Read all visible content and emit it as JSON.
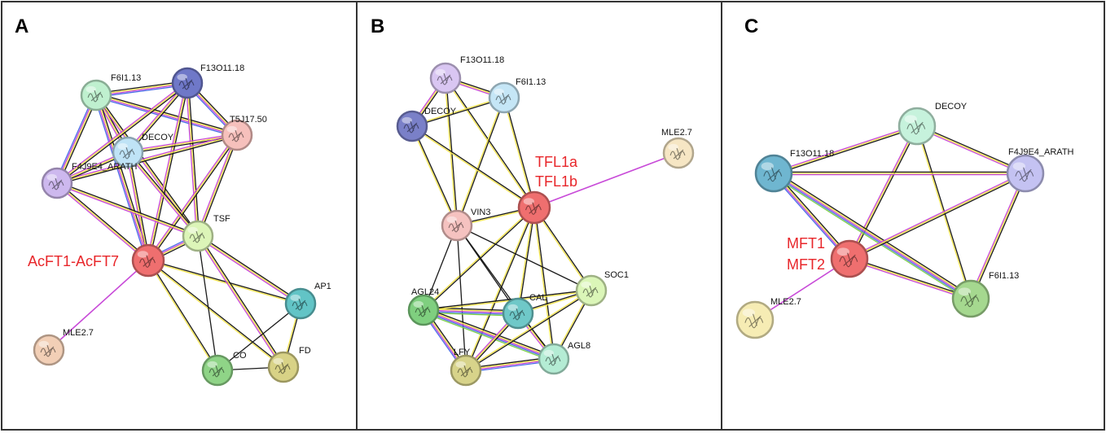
{
  "colors": {
    "highlight_text": "#e8262a",
    "border": "#333333"
  },
  "panels": [
    {
      "id": "A",
      "label": "A",
      "highlight_label": "AcFT1-AcFT7",
      "nodes": [
        {
          "id": "f6i",
          "label": "F6I1.13",
          "color": "#bff0cf"
        },
        {
          "id": "f13",
          "label": "F13O11.18",
          "color": "#6f78c8"
        },
        {
          "id": "t5j",
          "label": "T5J17.50",
          "color": "#f6c0bc"
        },
        {
          "id": "decoy",
          "label": "DECOY",
          "color": "#bfe3f6"
        },
        {
          "id": "f4j",
          "label": "F4J9E4_ARATH",
          "color": "#cdb8ee"
        },
        {
          "id": "tsf",
          "label": "TSF",
          "color": "#dcf5b8"
        },
        {
          "id": "ac",
          "label": "",
          "color": "#ef6f6f"
        },
        {
          "id": "ap1",
          "label": "AP1",
          "color": "#62c4c6"
        },
        {
          "id": "mle",
          "label": "MLE2.7",
          "color": "#f2cfb6"
        },
        {
          "id": "co",
          "label": "CO",
          "color": "#8fd487"
        },
        {
          "id": "fd",
          "label": "FD",
          "color": "#d8d286"
        }
      ]
    },
    {
      "id": "B",
      "label": "B",
      "highlight_label": [
        "TFL1a",
        "TFL1b"
      ],
      "nodes": [
        {
          "id": "f13",
          "label": "F13O11.18",
          "color": "#d9c6f2"
        },
        {
          "id": "f6i",
          "label": "F6I1.13",
          "color": "#c5e6f6"
        },
        {
          "id": "decoy",
          "label": "DECOY",
          "color": "#7a80c8"
        },
        {
          "id": "mle",
          "label": "MLE2.7",
          "color": "#f6e6c4"
        },
        {
          "id": "tfl",
          "label": "",
          "color": "#ef6f6f"
        },
        {
          "id": "vin3",
          "label": "VIN3",
          "color": "#f5c2c0"
        },
        {
          "id": "soc1",
          "label": "SOC1",
          "color": "#dbf6b8"
        },
        {
          "id": "agl24",
          "label": "AGL24",
          "color": "#7fcf7f"
        },
        {
          "id": "cal",
          "label": "CAL",
          "color": "#6fc8c8"
        },
        {
          "id": "agl8",
          "label": "AGL8",
          "color": "#b4ecd4"
        },
        {
          "id": "lfy",
          "label": "LFY",
          "color": "#d7d38a"
        }
      ]
    },
    {
      "id": "C",
      "label": "C",
      "highlight_label": [
        "MFT1",
        "MFT2"
      ],
      "nodes": [
        {
          "id": "decoy",
          "label": "DECOY",
          "color": "#c6f2dc"
        },
        {
          "id": "f13",
          "label": "F13O11.18",
          "color": "#6fb6d0"
        },
        {
          "id": "f4j",
          "label": "F4J9E4_ARATH",
          "color": "#c4c2f2"
        },
        {
          "id": "mft",
          "label": "",
          "color": "#ef6f6f"
        },
        {
          "id": "f6i",
          "label": "F6I1.13",
          "color": "#a5d88f"
        },
        {
          "id": "mle",
          "label": "MLE2.7",
          "color": "#f6ecb4"
        }
      ]
    }
  ]
}
